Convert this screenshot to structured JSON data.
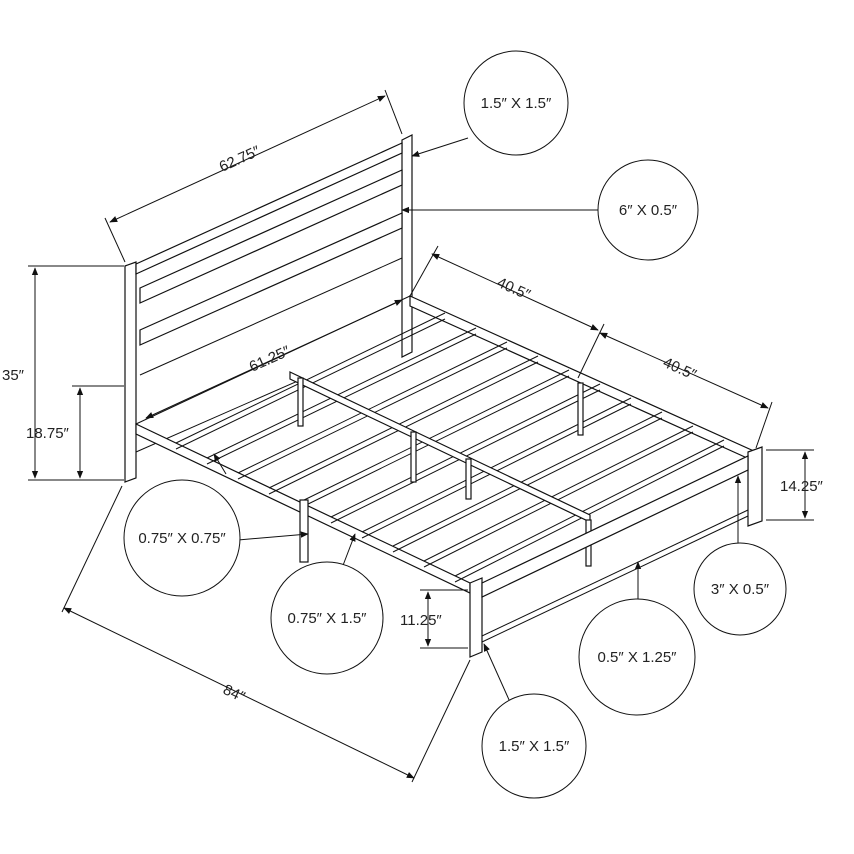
{
  "dimensions": {
    "headboard_width": "62.75″",
    "headboard_height": "35″",
    "side_height": "18.75″",
    "inner_width": "61.25″",
    "rail_half_1": "40.5″",
    "rail_half_2": "40.5″",
    "footboard_height": "14.25″",
    "leg_height": "11.25″",
    "overall_length": "84″"
  },
  "callouts": {
    "headboard_post": "1.5″ X 1.5″",
    "headboard_slat": "6″ X 0.5″",
    "slat_tube": "0.75″ X 0.75″",
    "center_leg": "0.75″ X 1.5″",
    "footboard_rail": "3″ X 0.5″",
    "side_rail": "0.5″ X 1.25″",
    "foot_post": "1.5″ X 1.5″"
  }
}
